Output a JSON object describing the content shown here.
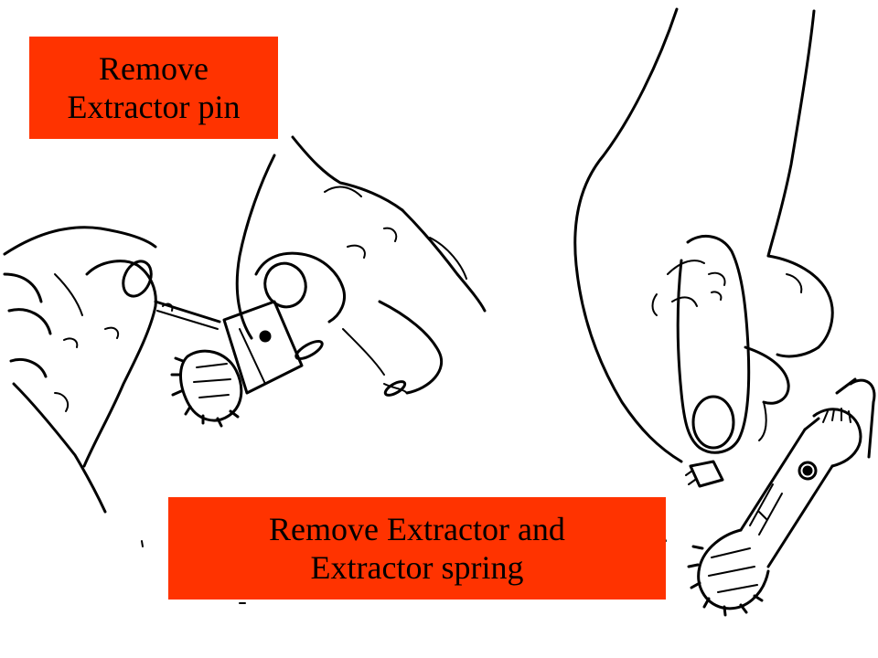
{
  "colors": {
    "label_bg": "#ff3300",
    "line": "#000000",
    "background": "#ffffff"
  },
  "labels": {
    "step1": "Remove\nExtractor pin",
    "step2": "Remove Extractor and\nExtractor spring"
  },
  "illustrations": {
    "left": "hands-removing-extractor-pin-drawing",
    "right": "hand-removing-extractor-and-spring-drawing"
  }
}
